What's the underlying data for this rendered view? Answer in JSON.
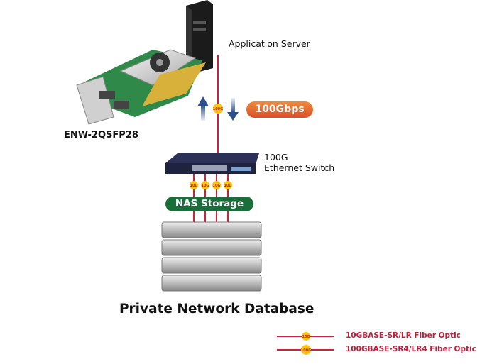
{
  "labels": {
    "server": "Application Server",
    "nic": "ENW-2QSFP28",
    "switch_line1": "100G",
    "switch_line2": "Ethernet Switch",
    "speed": "100Gbps",
    "nas": "NAS Storage",
    "title": "Private Network Database"
  },
  "badges": {
    "uplink": "100G",
    "downlink": "10G"
  },
  "legend": [
    {
      "badge": "10G",
      "label": "10GBASE-SR/LR Fiber Optic"
    },
    {
      "badge": "100G",
      "label": "100GBASE-SR4/LR4 Fiber Optic"
    }
  ],
  "colors": {
    "fiber": "#d0213a",
    "badge": "#ffc20e",
    "nas": "#1a6e3a",
    "speed_start": "#f08a3c",
    "speed_end": "#d9502a",
    "switch": "#1e2440"
  }
}
